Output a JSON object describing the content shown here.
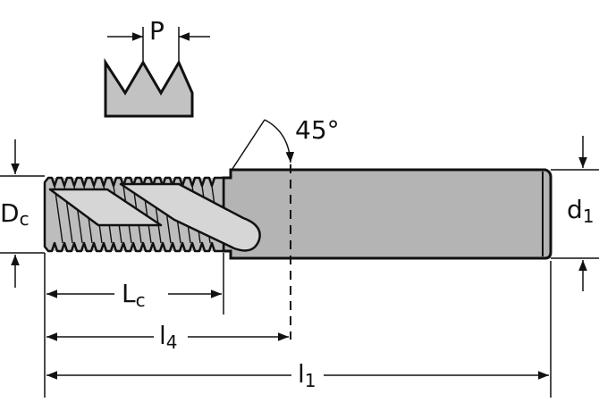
{
  "labels": {
    "pitch": "P",
    "angle": "45°",
    "cut_diameter": {
      "main": "D",
      "sub": "c"
    },
    "shank_diameter": {
      "main": "d",
      "sub": "1"
    },
    "cut_length": {
      "main": "L",
      "sub": "c"
    },
    "neck_length": {
      "main": "l",
      "sub": "4"
    },
    "overall_length": {
      "main": "l",
      "sub": "1"
    }
  },
  "colors": {
    "line": "#111111",
    "shank_fill": "#b4b4b4",
    "flute_fill": "#cfcfcf",
    "profile_fill": "#c2c2c2"
  }
}
